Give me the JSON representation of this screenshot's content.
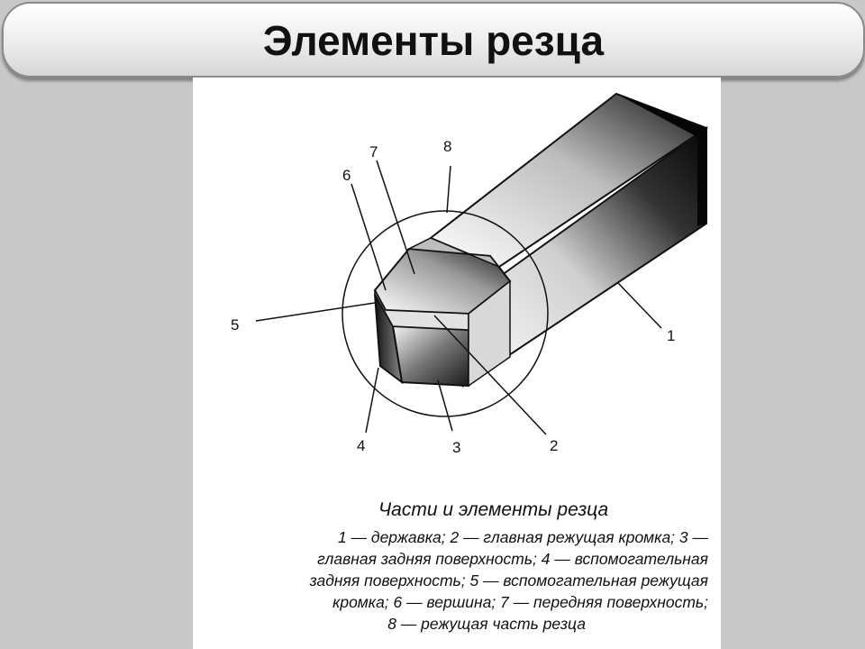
{
  "slide": {
    "title": "Элементы резца"
  },
  "diagram": {
    "labels": {
      "l1": "1",
      "l2": "2",
      "l3": "3",
      "l4": "4",
      "l5": "5",
      "l6": "6",
      "l7": "7",
      "l8": "8"
    }
  },
  "caption": {
    "title": "Части и элементы резца",
    "lines": [
      "1 — державка; 2 — главная режущая кромка; 3 —",
      "главная задняя поверхность; 4 — вспомогательная",
      "задняя поверхность; 5 — вспомогательная режущая",
      "кромка; 6 — вершина; 7 — передняя поверхность;",
      "8 — режущая часть резца"
    ]
  }
}
